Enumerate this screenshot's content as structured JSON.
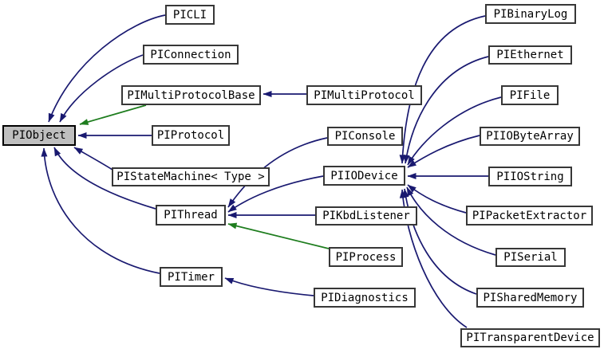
{
  "diagram": {
    "root_label": "PIObject",
    "colors": {
      "background": "#ffffff",
      "node_fill": "#ffffff",
      "root_node_fill": "#bfbfbf",
      "node_border": "#373737",
      "public_inheritance_edge": "#191970",
      "protected_inheritance_edge": "#1e7d1e",
      "text": "#000000"
    },
    "nodes": {
      "piobject": {
        "label": "PIObject"
      },
      "picli": {
        "label": "PICLI"
      },
      "piconnection": {
        "label": "PIConnection"
      },
      "pimultiprotocolbase": {
        "label": "PIMultiProtocolBase"
      },
      "piprotocol": {
        "label": "PIProtocol"
      },
      "pistatemachine": {
        "label": "PIStateMachine< Type >"
      },
      "pithread": {
        "label": "PIThread"
      },
      "pitimer": {
        "label": "PITimer"
      },
      "pimultiprotocol": {
        "label": "PIMultiProtocol"
      },
      "piconsole": {
        "label": "PIConsole"
      },
      "piiodevice": {
        "label": "PIIODevice"
      },
      "pikbdlistener": {
        "label": "PIKbdListener"
      },
      "piprocess": {
        "label": "PIProcess"
      },
      "pidiagnostics": {
        "label": "PIDiagnostics"
      },
      "pibinarylog": {
        "label": "PIBinaryLog"
      },
      "piethernet": {
        "label": "PIEthernet"
      },
      "pifile": {
        "label": "PIFile"
      },
      "piiobytearray": {
        "label": "PIIOByteArray"
      },
      "piiostring": {
        "label": "PIIOString"
      },
      "pipacketextractor": {
        "label": "PIPacketExtractor"
      },
      "piserial": {
        "label": "PISerial"
      },
      "pisharedmemory": {
        "label": "PISharedMemory"
      },
      "pitransparentdevice": {
        "label": "PITransparentDevice"
      }
    },
    "edges": [
      {
        "from": "picli",
        "to": "piobject",
        "style": "public"
      },
      {
        "from": "piconnection",
        "to": "piobject",
        "style": "public"
      },
      {
        "from": "pimultiprotocolbase",
        "to": "piobject",
        "style": "protected"
      },
      {
        "from": "piprotocol",
        "to": "piobject",
        "style": "public"
      },
      {
        "from": "pistatemachine",
        "to": "piobject",
        "style": "public"
      },
      {
        "from": "pithread",
        "to": "piobject",
        "style": "public"
      },
      {
        "from": "pitimer",
        "to": "piobject",
        "style": "public"
      },
      {
        "from": "pimultiprotocol",
        "to": "pimultiprotocolbase",
        "style": "public"
      },
      {
        "from": "piconsole",
        "to": "pithread",
        "style": "public"
      },
      {
        "from": "piiodevice",
        "to": "pithread",
        "style": "public"
      },
      {
        "from": "pikbdlistener",
        "to": "pithread",
        "style": "public"
      },
      {
        "from": "piprocess",
        "to": "pithread",
        "style": "protected"
      },
      {
        "from": "pidiagnostics",
        "to": "pitimer",
        "style": "public"
      },
      {
        "from": "pibinarylog",
        "to": "piiodevice",
        "style": "public"
      },
      {
        "from": "piethernet",
        "to": "piiodevice",
        "style": "public"
      },
      {
        "from": "pifile",
        "to": "piiodevice",
        "style": "public"
      },
      {
        "from": "piiobytearray",
        "to": "piiodevice",
        "style": "public"
      },
      {
        "from": "piiostring",
        "to": "piiodevice",
        "style": "public"
      },
      {
        "from": "pipacketextractor",
        "to": "piiodevice",
        "style": "public"
      },
      {
        "from": "piserial",
        "to": "piiodevice",
        "style": "public"
      },
      {
        "from": "pisharedmemory",
        "to": "piiodevice",
        "style": "public"
      },
      {
        "from": "pitransparentdevice",
        "to": "piiodevice",
        "style": "public"
      }
    ]
  }
}
